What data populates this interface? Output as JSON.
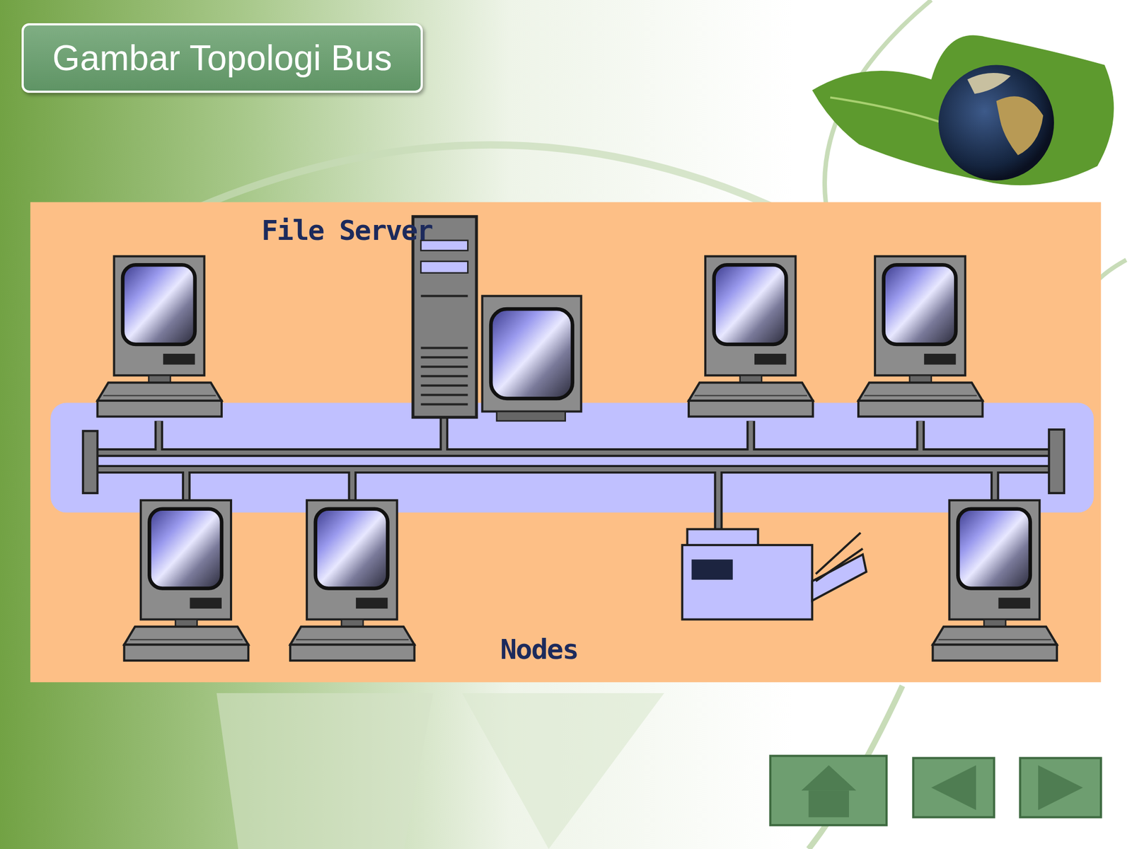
{
  "diagram": {
    "title": "Gambar Topologi Bus",
    "labels": [
      "File Server",
      "Nodes"
    ]
  }
}
